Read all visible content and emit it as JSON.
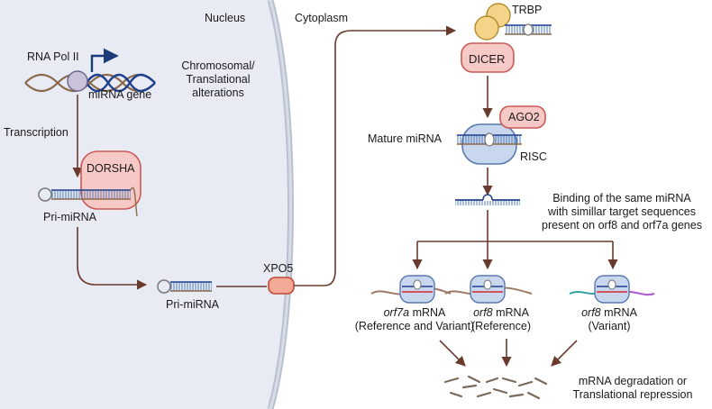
{
  "labels": {
    "nucleus": "Nucleus",
    "cytoplasm": "Cytoplasm",
    "trbp": "TRBP",
    "dicer": "DICER",
    "rna_pol_ii": "RNA Pol II",
    "mirna_gene": "miRNA gene",
    "alterations_line1": "Chromosomal/",
    "alterations_line2": "Translational",
    "alterations_line3": "alterations",
    "transcription": "Transcription",
    "dorsha": "DORSHA",
    "pri_mirna_1": "Pri-miRNA",
    "pri_mirna_2": "Pri-miRNA",
    "xpo5": "XPO5",
    "ago2": "AGO2",
    "mature_mirna": "Mature miRNA",
    "risc": "RISC",
    "binding_line1": "Binding of the same miRNA",
    "binding_line2": "with simillar target sequences",
    "binding_line3": "present on orf8 and orf7a genes",
    "degradation_line1": "mRNA degradation or",
    "degradation_line2": "Translational repression"
  },
  "targets": [
    {
      "gene": "orf7a",
      "suffix": "mRNA",
      "note": "(Reference and Variant)"
    },
    {
      "gene": "orf8",
      "suffix": "mRNA",
      "note": "(Reference)"
    },
    {
      "gene": "orf8",
      "suffix": "mRNA",
      "note": "(Variant)"
    }
  ],
  "colors": {
    "nucleus_fill": "#e8ebf3",
    "enzyme_fill": "#f7c9c6",
    "risc_fill": "#c8d6ee",
    "arrow": "#6b3a2e",
    "mirna_strand": "#1f3f8f"
  }
}
